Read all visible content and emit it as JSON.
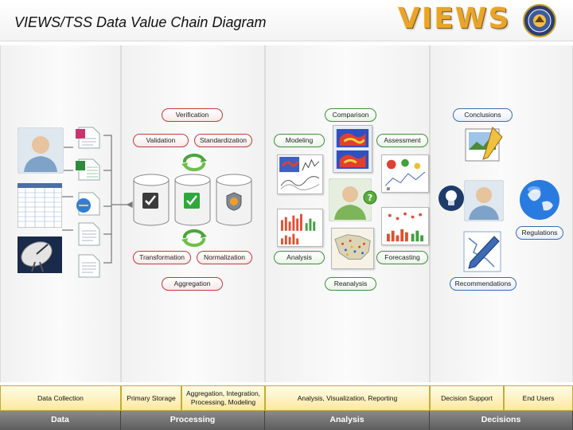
{
  "title": "VIEWS/TSS Data Value Chain Diagram",
  "logo": {
    "text": "VIEWS"
  },
  "processing": {
    "verification": "Verification",
    "validation": "Validation",
    "standardization": "Standardization",
    "transformation": "Transformation",
    "normalization": "Normalization",
    "aggregation": "Aggregation"
  },
  "analysis": {
    "comparison": "Comparison",
    "modeling": "Modeling",
    "assessment": "Assessment",
    "analysis": "Analysis",
    "forecasting": "Forecasting",
    "reanalysis": "Reanalysis"
  },
  "decisions": {
    "conclusions": "Conclusions",
    "regulations": "Regulations",
    "recommendations": "Recommendations"
  },
  "bottom_bar": {
    "upper": {
      "data_collection": "Data Collection",
      "primary_storage": "Primary Storage",
      "aggregation_line1": "Aggregation, Integration,",
      "aggregation_line2": "Processing, Modeling",
      "analysis_vis": "Analysis, Visualization, Reporting",
      "decision_support": "Decision Support",
      "end_users": "End Users"
    },
    "lower": {
      "data": "Data",
      "processing": "Processing",
      "analysis": "Analysis",
      "decisions": "Decisions"
    }
  },
  "colors": {
    "processing_pill_border": "#c43a3a",
    "analysis_pill_border": "#3f8f3a",
    "decisions_pill_border": "#3b6db3",
    "logo": "#e8a52a",
    "bar_yellow": "#fde8a0",
    "bar_gray": "#6e6e6e"
  },
  "icons": {
    "people": "user-icon",
    "files": "document-icon",
    "storage": "database-icon",
    "cycle": "recycle-arrows-icon",
    "satellite": "satellite-dish-icon",
    "globe": "globe-icon",
    "bulb": "lightbulb-icon",
    "question": "question-icon"
  }
}
